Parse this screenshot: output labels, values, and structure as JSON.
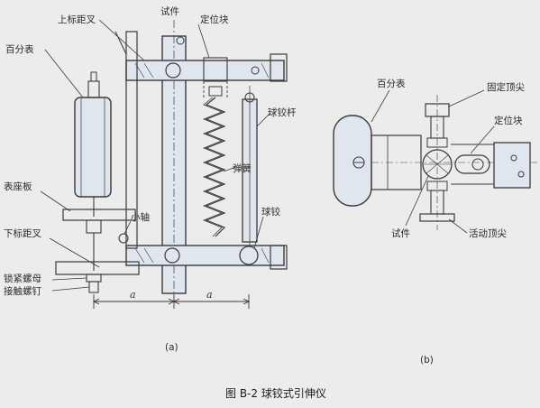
{
  "figure": {
    "caption": "图 B-2  球铰式引伸仪",
    "panel_a_label": "(a)",
    "panel_b_label": "(b)"
  },
  "panel_a": {
    "labels": {
      "specimen": "试件",
      "upper_gauge_fork": "上标距叉",
      "locating_block": "定位块",
      "dial_gauge": "百分表",
      "ball_joint_rod": "球铰杆",
      "spring": "弹簧",
      "gauge_seat_plate": "表座板",
      "small_shaft": "小轴",
      "ball_joint": "球铰",
      "lower_gauge_fork": "下标距叉",
      "lock_nut": "锁紧螺母",
      "contact_screw": "接触螺钉"
    },
    "dimension_a_left": "a",
    "dimension_a_right": "a"
  },
  "panel_b": {
    "labels": {
      "dial_gauge": "百分表",
      "fixed_tip": "固定顶尖",
      "locating_block": "定位块",
      "specimen": "试件",
      "movable_tip": "活动顶尖"
    }
  },
  "colors": {
    "ink": "#3a3a3a",
    "paper": "#ececec",
    "tint": "#dfe6ee"
  }
}
